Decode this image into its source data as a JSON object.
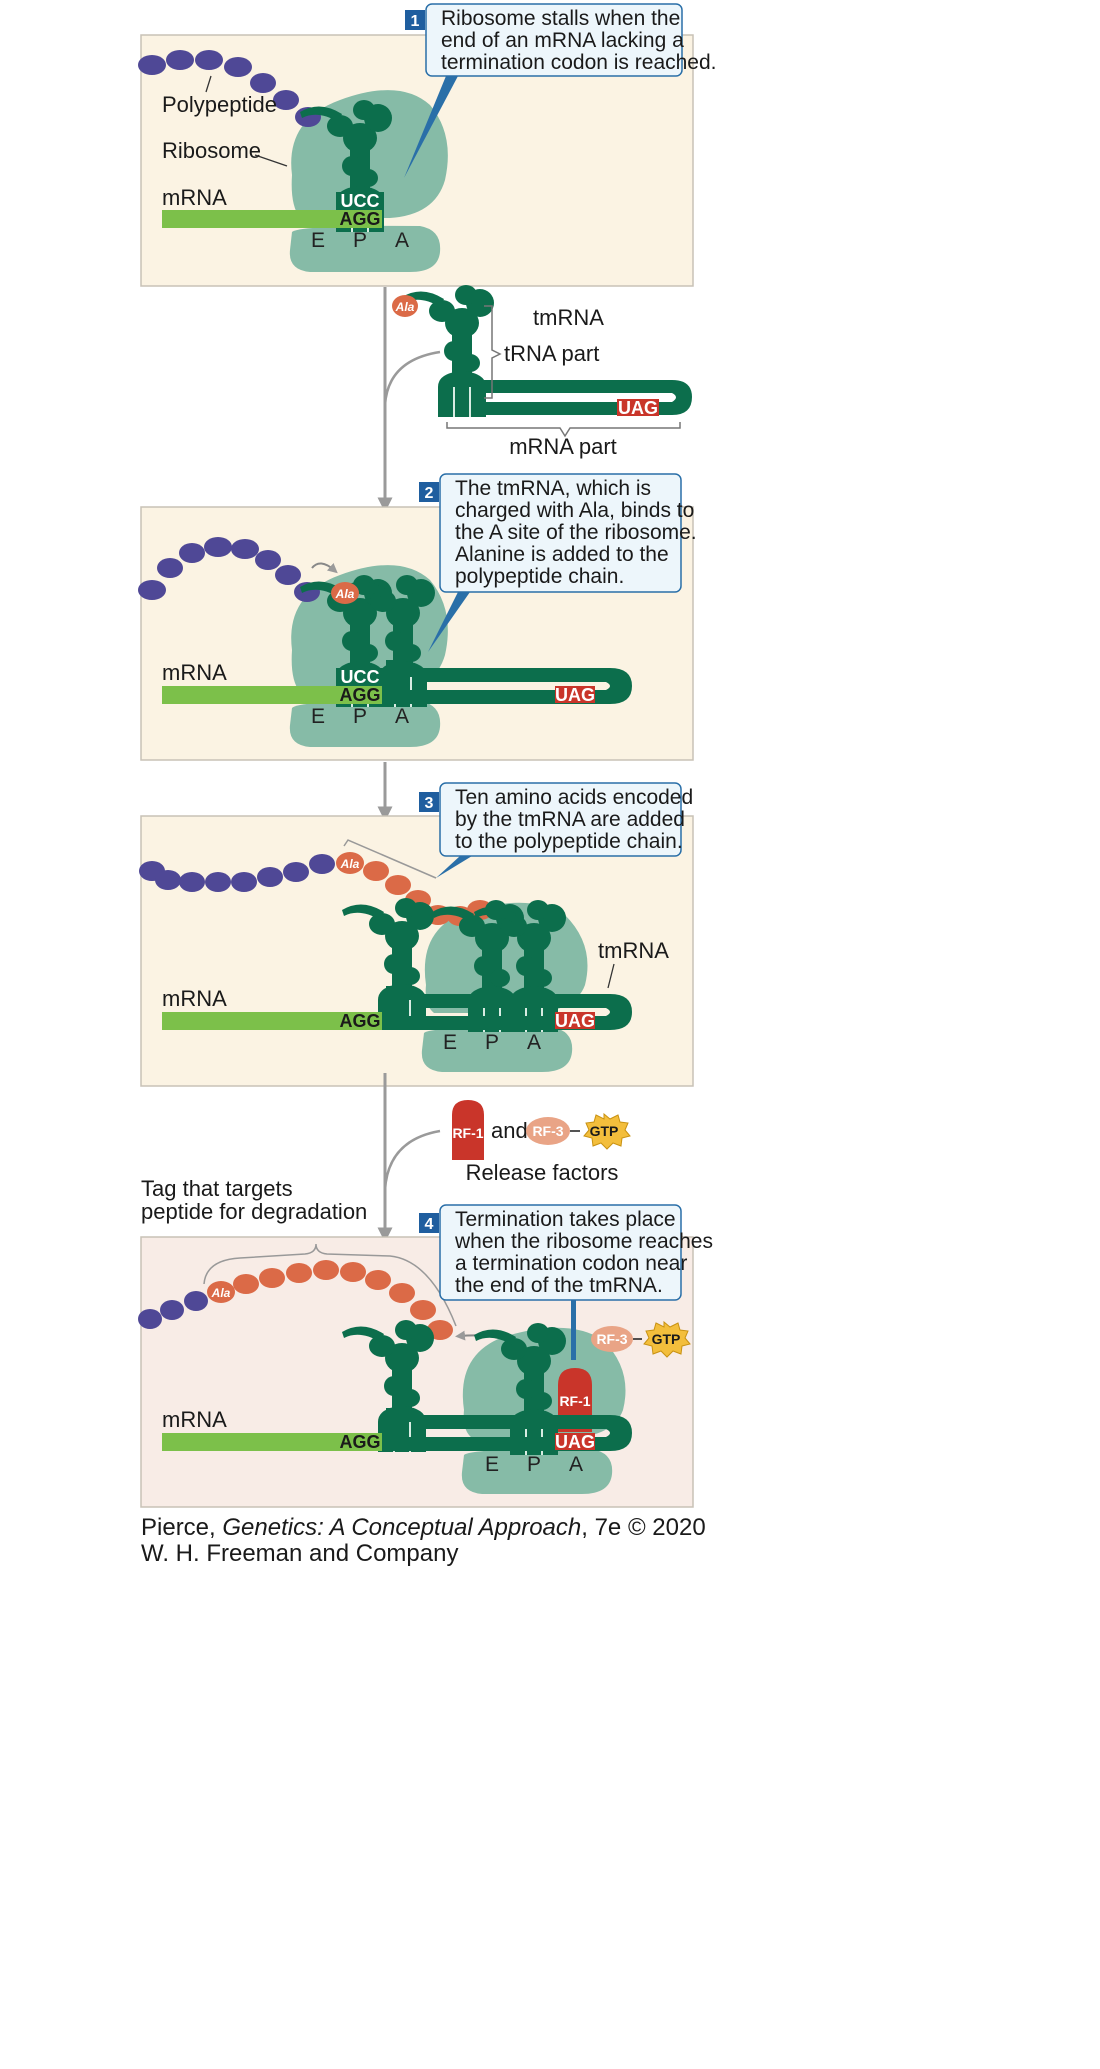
{
  "colors": {
    "panel_fill": "#fbf3e3",
    "panel_fill_last": "#f8ece6",
    "ribosome": "#86bba7",
    "trna": "#0c6e4c",
    "mrna": "#7cc04a",
    "polypeptide": "#4f4896",
    "tag": "#db6a47",
    "uag_box": "#c9352a",
    "rf1": "#c9352a",
    "rf3": "#e9a486",
    "gtp": "#f3be3c",
    "callout_fill": "#edf6fb",
    "callout_border": "#2a6fa8",
    "step_badge": "#1f5e9f"
  },
  "icons": [
    "ribosome",
    "trna",
    "tmrna",
    "polypeptide-chain",
    "release-factor-rf1",
    "release-factor-rf3",
    "gtp-starburst",
    "arrow"
  ],
  "labels": {
    "polypeptide": "Polypeptide",
    "ribosome": "Ribosome",
    "mrna": "mRNA",
    "tmrna": "tmRNA",
    "trna_part": "tRNA part",
    "mrna_part": "mRNA part",
    "release_factors": "Release factors",
    "and": "and",
    "tag_line1": "Tag that targets",
    "tag_line2": "peptide for degradation"
  },
  "molecules": {
    "ala": "Ala",
    "ucc": "UCC",
    "agg": "AGG",
    "uag": "UAG",
    "rf1": "RF-1",
    "rf3": "RF-3",
    "gtp": "GTP"
  },
  "sites": {
    "e": "E",
    "p": "P",
    "a": "A"
  },
  "steps": [
    {
      "number": "1",
      "lines": [
        "Ribosome stalls when the",
        "end of an mRNA lacking a",
        "termination codon is reached."
      ]
    },
    {
      "number": "2",
      "lines": [
        "The tmRNA, which is",
        "charged with Ala, binds to",
        "the A site of the ribosome.",
        "Alanine is added to the",
        "polypeptide chain."
      ]
    },
    {
      "number": "3",
      "lines": [
        "Ten amino acids encoded",
        "by the tmRNA are added",
        "to the polypeptide chain."
      ]
    },
    {
      "number": "4",
      "lines": [
        "Termination takes place",
        "when the ribosome reaches",
        "a termination codon near",
        "the end of the tmRNA."
      ]
    }
  ],
  "credit": {
    "author": "Pierce, ",
    "title": "Genetics: A Conceptual Approach",
    "edition": ", 7e © 2020",
    "publisher": "W. H. Freeman and Company"
  }
}
